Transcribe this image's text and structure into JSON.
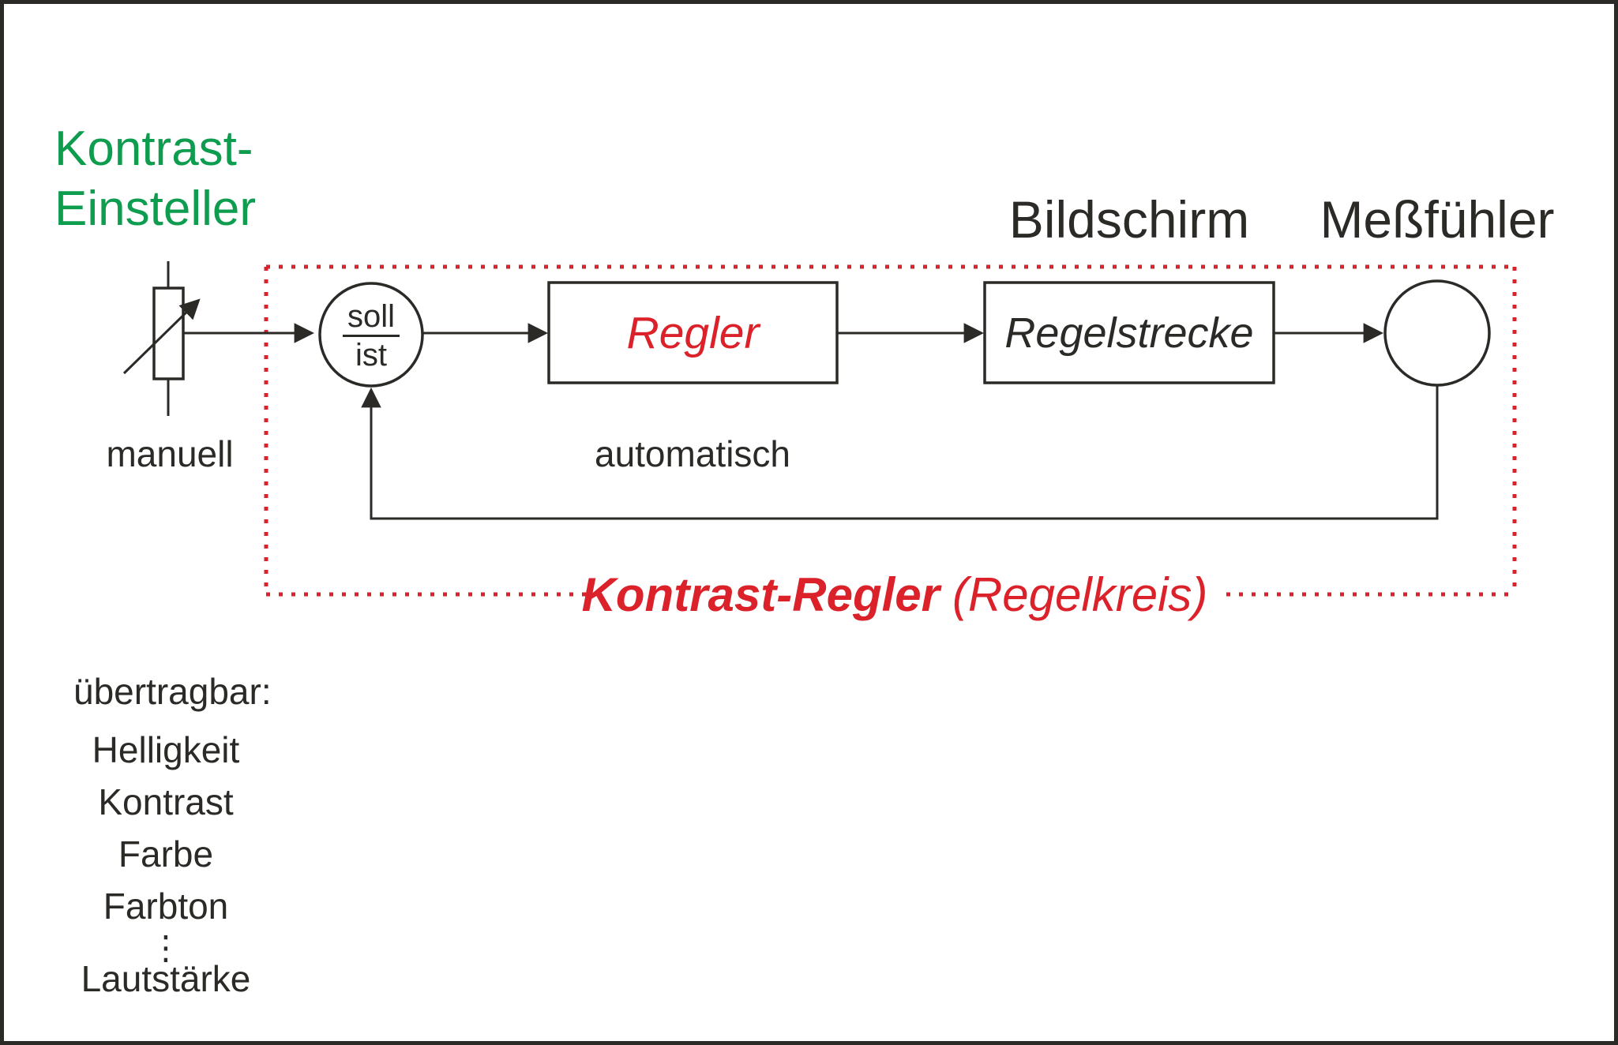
{
  "theme": {
    "green": "#0e9c4f",
    "red": "#db222a",
    "ink": "#2b2a27",
    "paper": "#ffffff"
  },
  "title": {
    "line1": "Kontrast-",
    "line2": "Einsteller"
  },
  "top_labels": {
    "bildschirm": "Bildschirm",
    "messfuehler": "Meßfühler"
  },
  "diagram": {
    "manual_label": "manuell",
    "auto_label": "automatisch",
    "comparator": {
      "top": "soll",
      "bottom": "ist"
    },
    "controller_label": "Regler",
    "plant_label": "Regelstrecke",
    "caption_bold": "Kontrast-Regler",
    "caption_regular": "(Regelkreis)"
  },
  "transferable": {
    "heading": "übertragbar:",
    "items": [
      "Helligkeit",
      "Kontrast",
      "Farbe",
      "Farbton",
      "Lautstärke"
    ],
    "ellipsis": "⋮"
  }
}
